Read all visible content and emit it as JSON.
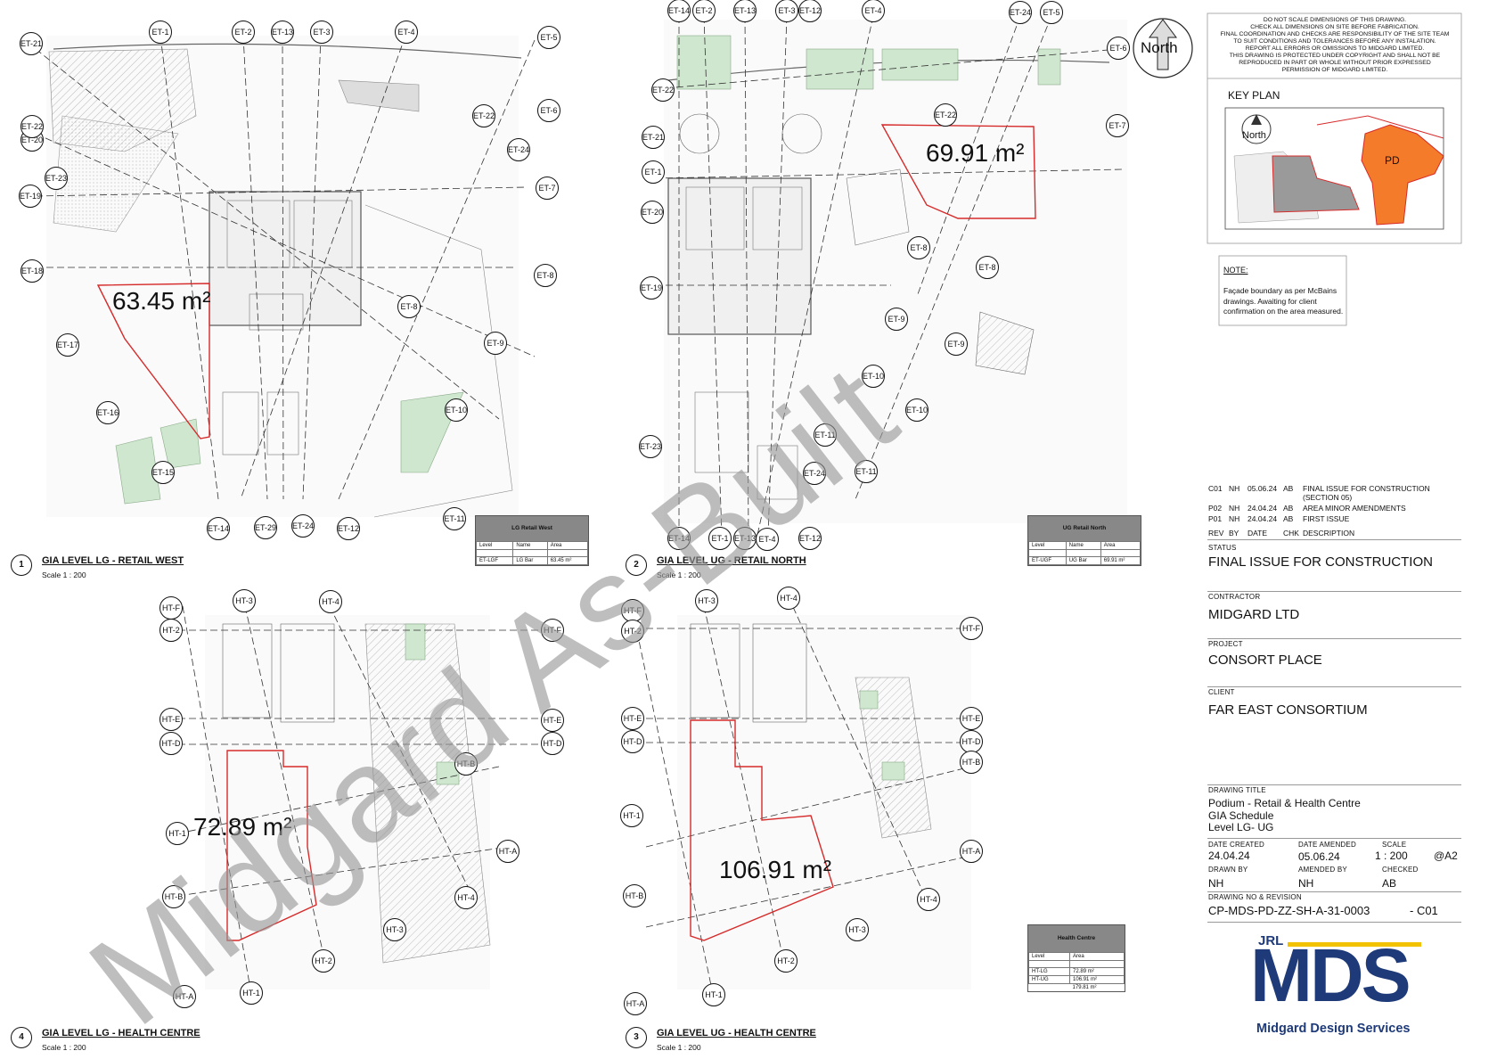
{
  "views": [
    {
      "number": "1",
      "title": "GIA LEVEL LG - RETAIL WEST",
      "scale": "Scale  1 : 200",
      "area": "63.45 m²",
      "schedule": {
        "title": "LG Retail West",
        "columns": [
          "Level",
          "Name",
          "Area"
        ],
        "rows": [
          [
            "ET-LGF",
            "LG Bar",
            "63.45 m²"
          ]
        ]
      }
    },
    {
      "number": "2",
      "title": "GIA LEVEL UG - RETAIL NORTH",
      "scale": "Scale  1 : 200",
      "area": "69.91 m²",
      "schedule": {
        "title": "UG Retail North",
        "columns": [
          "Level",
          "Name",
          "Area"
        ],
        "rows": [
          [
            "ET-UGF",
            "UG Bar",
            "69.91 m²"
          ]
        ]
      }
    },
    {
      "number": "3",
      "title": "GIA LEVEL UG - HEALTH CENTRE",
      "scale": "Scale  1 : 200",
      "area": "106.91 m²"
    },
    {
      "number": "4",
      "title": "GIA LEVEL LG - HEALTH CENTRE",
      "scale": "Scale  1 : 200",
      "area": "72.89 m²"
    }
  ],
  "health_schedule": {
    "title": "Health Centre",
    "columns": [
      "Level",
      "Area"
    ],
    "rows": [
      [
        "HT-LG",
        "72.89 m²"
      ],
      [
        "HT-UG",
        "106.91 m²"
      ]
    ],
    "total": "179.81 m²"
  },
  "gridlines": {
    "view1": [
      "ET-1",
      "ET-2",
      "ET-13",
      "ET-3",
      "ET-4",
      "ET-5",
      "ET-6",
      "ET-22",
      "ET-24",
      "ET-7",
      "ET-8",
      "ET-9",
      "ET-10",
      "ET-11",
      "ET-12",
      "ET-24",
      "ET-29",
      "ET-14",
      "ET-15",
      "ET-16",
      "ET-17",
      "ET-18",
      "ET-19",
      "ET-23",
      "ET-20",
      "ET-22",
      "ET-21",
      "ET-8"
    ],
    "view2": [
      "ET-14",
      "ET-2",
      "ET-13",
      "ET-3",
      "ET-12",
      "ET-4",
      "ET-24",
      "ET-5",
      "ET-6",
      "ET-7",
      "ET-8",
      "ET-9",
      "ET-10",
      "ET-11",
      "ET-22",
      "ET-21",
      "ET-1",
      "ET-20",
      "ET-19",
      "ET-23",
      "ET-14",
      "ET-1",
      "ET-13",
      "ET-4",
      "ET-12",
      "ET-24",
      "ET-11",
      "ET-10",
      "ET-9",
      "ET-8",
      "ET-22"
    ],
    "view4": [
      "HT-F",
      "HT-2",
      "HT-3",
      "HT-4",
      "HT-F",
      "HT-E",
      "HT-D",
      "HT-E",
      "HT-D",
      "HT-B",
      "HT-1",
      "HT-B",
      "HT-A",
      "HT-4",
      "HT-3",
      "HT-2",
      "HT-A",
      "HT-1"
    ],
    "view3": [
      "HT-F",
      "HT-2",
      "HT-3",
      "HT-4",
      "HT-F",
      "HT-E",
      "HT-D",
      "HT-E",
      "HT-D",
      "HT-B",
      "HT-1",
      "HT-B",
      "HT-A",
      "HT-4",
      "HT-3",
      "HT-2",
      "HT-A",
      "HT-1"
    ]
  },
  "north": "North",
  "disclaimer": [
    "DO NOT SCALE DIMENSIONS OF THIS DRAWING.",
    "CHECK ALL DIMENSIONS ON SITE BEFORE FABRICATION.",
    "FINAL COORDINATION AND CHECKS ARE RESPONSIBILITY OF THE SITE TEAM",
    "TO SUIT CONDITIONS AND TOLERANCES BEFORE ANY INSTALATION.",
    "REPORT ALL ERRORS OR OMISSIONS TO MIDGARD LIMITED.",
    "THIS DRAWING IS PROTECTED UNDER COPYRIGHT AND SHALL NOT BE",
    "REPRODUCED IN PART OR WHOLE WITHOUT PRIOR EXPRESSED",
    "PERMISSION OF MIDGARD LIMITED."
  ],
  "key_plan": {
    "title": "KEY PLAN",
    "north": "North",
    "zone": "PD",
    "zone_color": "#f47b2a"
  },
  "note": {
    "title": "NOTE:",
    "text": "Façade boundary as per McBains drawings. Awaiting for client confirmation on the area measured."
  },
  "revisions": [
    {
      "rev": "C01",
      "by": "NH",
      "date": "05.06.24",
      "chk": "AB",
      "desc": "FINAL ISSUE FOR CONSTRUCTION (SECTION 05)"
    },
    {
      "rev": "P02",
      "by": "NH",
      "date": "24.04.24",
      "chk": "AB",
      "desc": "AREA MINOR AMENDMENTS"
    },
    {
      "rev": "P01",
      "by": "NH",
      "date": "24.04.24",
      "chk": "AB",
      "desc": "FIRST ISSUE"
    }
  ],
  "revision_headers": {
    "rev": "REV",
    "by": "BY",
    "date": "DATE",
    "chk": "CHK",
    "desc": "DESCRIPTION"
  },
  "title_block": {
    "status_label": "STATUS",
    "status": "FINAL ISSUE FOR CONSTRUCTION",
    "contractor_label": "CONTRACTOR",
    "contractor": "MIDGARD LTD",
    "project_label": "PROJECT",
    "project": "CONSORT PLACE",
    "client_label": "CLIENT",
    "client": "FAR EAST CONSORTIUM",
    "drawing_title_label": "DRAWING TITLE",
    "drawing_title": [
      "Podium - Retail & Health Centre",
      "GIA Schedule",
      "Level LG- UG"
    ],
    "date_created_label": "DATE CREATED",
    "date_created": "24.04.24",
    "date_amended_label": "DATE AMENDED",
    "date_amended": "05.06.24",
    "scale_label": "SCALE",
    "scale": "1 : 200",
    "sheet": "@A2",
    "drawn_by_label": "DRAWN BY",
    "drawn_by": "NH",
    "amended_by_label": "AMENDED BY",
    "amended_by": "NH",
    "checked_label": "CHECKED",
    "checked": "AB",
    "drawing_no_label": "DRAWING NO & REVISION",
    "drawing_no": "CP-MDS-PD-ZZ-SH-A-31-0003",
    "revision": "- C01"
  },
  "logo": {
    "top": "JRL",
    "mark": "MDS",
    "name": "Midgard Design Services",
    "color": "#1e3a78",
    "accent": "#f2c200"
  },
  "watermark": "Midgard As-Built",
  "colors": {
    "boundary": "#d62b2b",
    "green": "#cfe6cf",
    "hatch": "#bdbdbd"
  }
}
